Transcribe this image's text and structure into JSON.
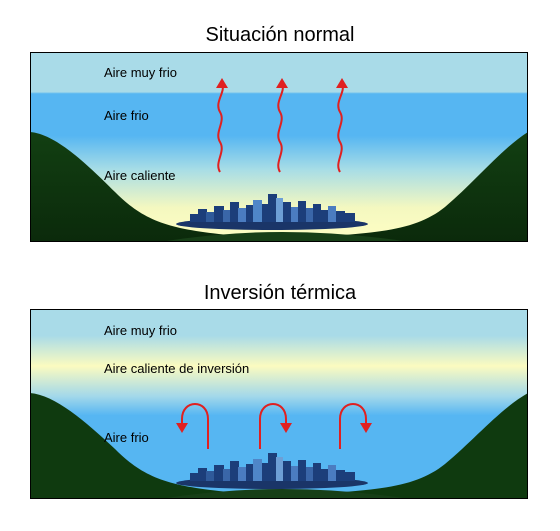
{
  "panels": [
    {
      "title": "Situación normal",
      "layers": [
        "Aire muy frio",
        "Aire frio",
        "Aire caliente"
      ],
      "arrow_style": "wavy-up"
    },
    {
      "title": "Inversión térmica",
      "layers": [
        "Aire muy frio",
        "Aire caliente de inversión",
        "Aire frio"
      ],
      "arrow_style": "curl-down"
    }
  ],
  "colors": {
    "very_cold": "#a9dbe8",
    "cold": "#56b6f2",
    "warm": "#fbfbc0",
    "hill": "#0f3a0f",
    "city": "#1c3e7a",
    "arrow": "#e02020"
  }
}
